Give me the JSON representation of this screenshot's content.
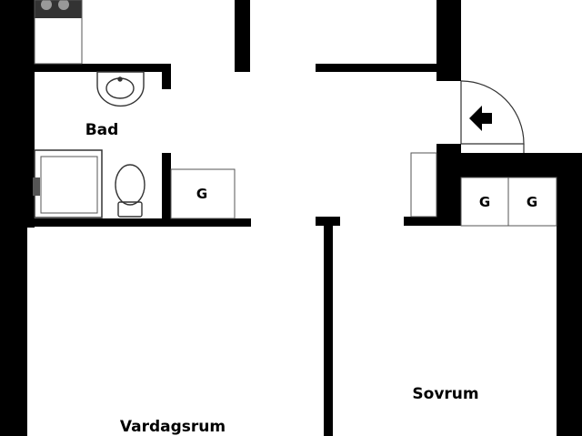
{
  "rooms": {
    "bathroom": "Bad",
    "living_room": "Vardagsrum",
    "bedroom": "Sovrum"
  },
  "closets": {
    "bathroom_closet": "G",
    "bedroom_closet_1": "G",
    "bedroom_closet_2": "G"
  },
  "icons": {
    "entrance": "entrance-arrow-icon"
  },
  "colors": {
    "wall": "#000000",
    "background": "#ffffff",
    "fixture": "#555555"
  }
}
